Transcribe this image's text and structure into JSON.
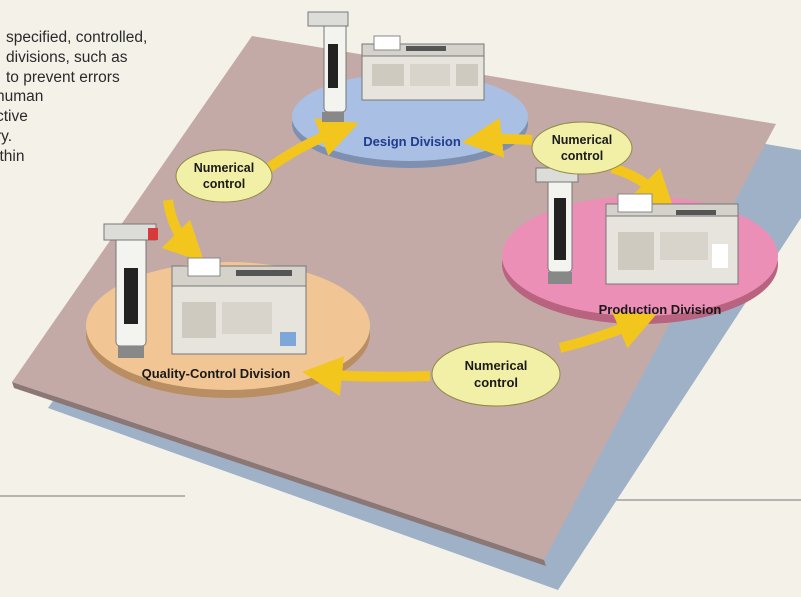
{
  "intro_text_lines": [
    "specified, controlled,",
    "divisions, such as",
    "to prevent errors",
    "human",
    "ctive",
    "ry.",
    "ithin"
  ],
  "divisions": {
    "design": "Design Division",
    "production": "Production Division",
    "quality": "Quality-Control Division"
  },
  "links": {
    "left": [
      "Numerical",
      "control"
    ],
    "right": [
      "Numerical",
      "control"
    ],
    "bottom": [
      "Numerical",
      "control"
    ]
  },
  "colors": {
    "background": "#f4f1e9",
    "sheet": "#c3aaa7",
    "shadow": "#9fb1c7",
    "design_disc": "#a9bfe4",
    "production_disc": "#ec8fb6",
    "quality_disc": "#f2c594",
    "arrow": "#f2c61d",
    "bubble": "#f2efa6",
    "label_blue": "#1f3d8e",
    "label_black": "#1a1a1a"
  }
}
